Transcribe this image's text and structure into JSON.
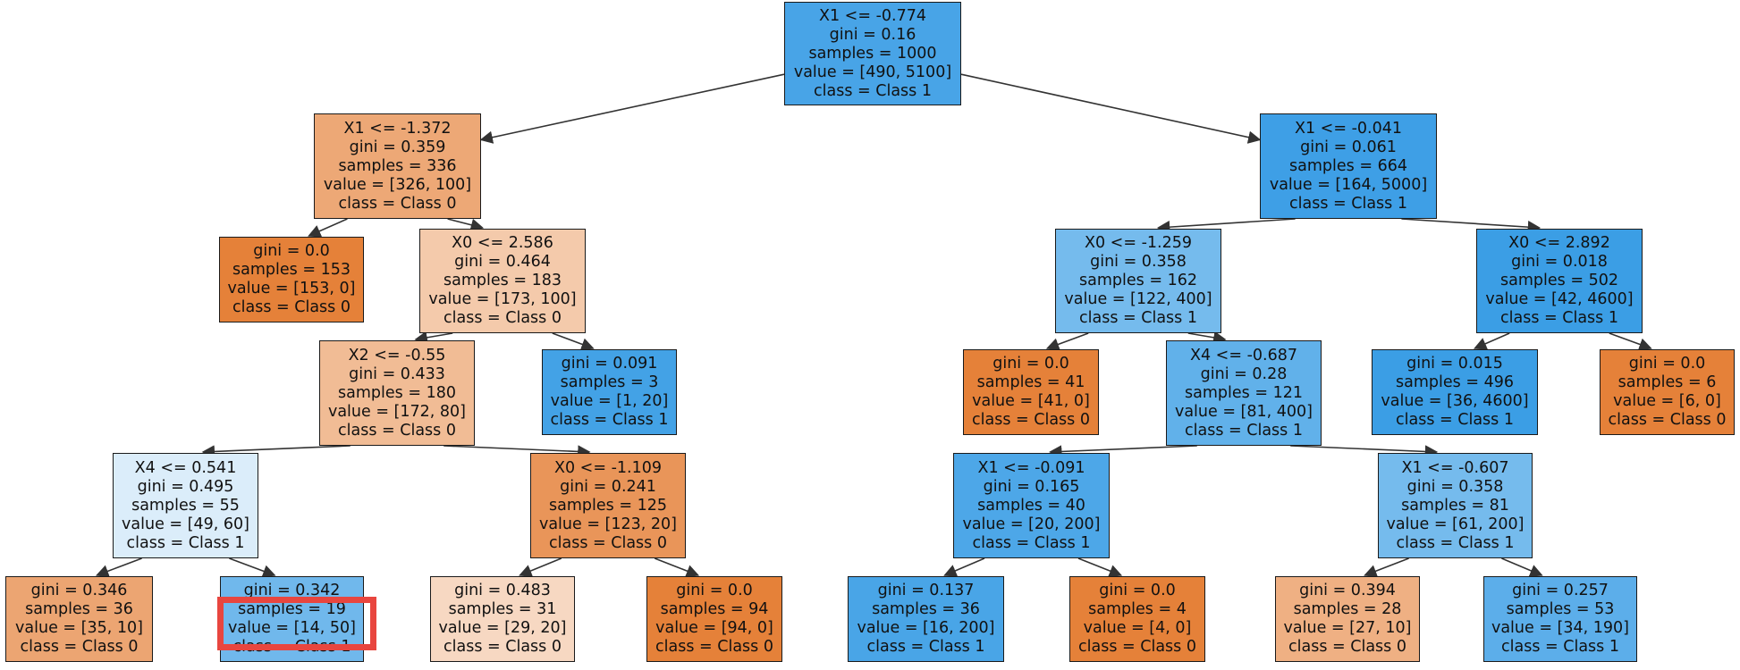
{
  "colors": {
    "class0": "#e58139",
    "class1": "#399de5",
    "edge": "#333333",
    "highlight": "#e8463f"
  },
  "nodes": [
    {
      "id": "root",
      "lines": [
        "X1 <= -0.774",
        "gini = 0.16",
        "samples = 1000",
        "value = [490, 5100]",
        "class = Class 1"
      ],
      "fill": "#48a4e7"
    },
    {
      "id": "n-l",
      "lines": [
        "X1 <= -1.372",
        "gini = 0.359",
        "samples = 336",
        "value = [326, 100]",
        "class = Class 0"
      ],
      "fill": "#eda876"
    },
    {
      "id": "n-r",
      "lines": [
        "X1 <= -0.041",
        "gini = 0.061",
        "samples = 664",
        "value = [164, 5000]",
        "class = Class 1"
      ],
      "fill": "#3e9fe6"
    },
    {
      "id": "n-ll",
      "lines": [
        "gini = 0.0",
        "samples = 153",
        "value = [153, 0]",
        "class = Class 0"
      ],
      "fill": "#e58139"
    },
    {
      "id": "n-lr",
      "lines": [
        "X0 <= 2.586",
        "gini = 0.464",
        "samples = 183",
        "value = [173, 100]",
        "class = Class 0"
      ],
      "fill": "#f4caab"
    },
    {
      "id": "n-rl",
      "lines": [
        "X0 <= -1.259",
        "gini = 0.358",
        "samples = 162",
        "value = [122, 400]",
        "class = Class 1"
      ],
      "fill": "#75bbed"
    },
    {
      "id": "n-rr",
      "lines": [
        "X0 <= 2.892",
        "gini = 0.018",
        "samples = 502",
        "value = [42, 4600]",
        "class = Class 1"
      ],
      "fill": "#3b9ee5"
    },
    {
      "id": "n-lrl",
      "lines": [
        "X2 <= -0.55",
        "gini = 0.433",
        "samples = 180",
        "value = [172, 80]",
        "class = Class 0"
      ],
      "fill": "#f1bc95"
    },
    {
      "id": "n-lrr",
      "lines": [
        "gini = 0.091",
        "samples = 3",
        "value = [1, 20]",
        "class = Class 1"
      ],
      "fill": "#43a2e6"
    },
    {
      "id": "n-rll",
      "lines": [
        "gini = 0.0",
        "samples = 41",
        "value = [41, 0]",
        "class = Class 0"
      ],
      "fill": "#e58139"
    },
    {
      "id": "n-rlr",
      "lines": [
        "X4 <= -0.687",
        "gini = 0.28",
        "samples = 121",
        "value = [81, 400]",
        "class = Class 1"
      ],
      "fill": "#61b1ea"
    },
    {
      "id": "n-rrl",
      "lines": [
        "gini = 0.015",
        "samples = 496",
        "value = [36, 4600]",
        "class = Class 1"
      ],
      "fill": "#3b9ee5"
    },
    {
      "id": "n-rrr",
      "lines": [
        "gini = 0.0",
        "samples = 6",
        "value = [6, 0]",
        "class = Class 0"
      ],
      "fill": "#e58139"
    },
    {
      "id": "n-lrll",
      "lines": [
        "X4 <= 0.541",
        "gini = 0.495",
        "samples = 55",
        "value = [49, 60]",
        "class = Class 1"
      ],
      "fill": "#dbedfa"
    },
    {
      "id": "n-lrlr",
      "lines": [
        "X0 <= -1.109",
        "gini = 0.241",
        "samples = 125",
        "value = [123, 20]",
        "class = Class 0"
      ],
      "fill": "#e99559"
    },
    {
      "id": "n-rlrl",
      "lines": [
        "X1 <= -0.091",
        "gini = 0.165",
        "samples = 40",
        "value = [20, 200]",
        "class = Class 1"
      ],
      "fill": "#4da7e8"
    },
    {
      "id": "n-rlrr",
      "lines": [
        "X1 <= -0.607",
        "gini = 0.358",
        "samples = 81",
        "value = [61, 200]",
        "class = Class 1"
      ],
      "fill": "#75bbed"
    },
    {
      "id": "n-lrlll",
      "lines": [
        "gini = 0.346",
        "samples = 36",
        "value = [35, 10]",
        "class = Class 0"
      ],
      "fill": "#eca572"
    },
    {
      "id": "n-lrllr",
      "lines": [
        "gini = 0.342",
        "samples = 19",
        "value = [14, 50]",
        "class = Class 1"
      ],
      "fill": "#70b8ec"
    },
    {
      "id": "n-lrlrl",
      "lines": [
        "gini = 0.483",
        "samples = 31",
        "value = [29, 20]",
        "class = Class 0"
      ],
      "fill": "#f7d8c2"
    },
    {
      "id": "n-lrlrr",
      "lines": [
        "gini = 0.0",
        "samples = 94",
        "value = [94, 0]",
        "class = Class 0"
      ],
      "fill": "#e58139"
    },
    {
      "id": "n-rlrll",
      "lines": [
        "gini = 0.137",
        "samples = 36",
        "value = [16, 200]",
        "class = Class 1"
      ],
      "fill": "#49a5e7"
    },
    {
      "id": "n-rlrlr",
      "lines": [
        "gini = 0.0",
        "samples = 4",
        "value = [4, 0]",
        "class = Class 0"
      ],
      "fill": "#e58139"
    },
    {
      "id": "n-rlrrl",
      "lines": [
        "gini = 0.394",
        "samples = 28",
        "value = [27, 10]",
        "class = Class 0"
      ],
      "fill": "#efb083"
    },
    {
      "id": "n-rlrrr",
      "lines": [
        "gini = 0.257",
        "samples = 53",
        "value = [34, 190]",
        "class = Class 1"
      ],
      "fill": "#5caeea"
    }
  ],
  "edges": [
    [
      "root",
      "n-l"
    ],
    [
      "root",
      "n-r"
    ],
    [
      "n-l",
      "n-ll"
    ],
    [
      "n-l",
      "n-lr"
    ],
    [
      "n-r",
      "n-rl"
    ],
    [
      "n-r",
      "n-rr"
    ],
    [
      "n-lr",
      "n-lrl"
    ],
    [
      "n-lr",
      "n-lrr"
    ],
    [
      "n-rl",
      "n-rll"
    ],
    [
      "n-rl",
      "n-rlr"
    ],
    [
      "n-rr",
      "n-rrl"
    ],
    [
      "n-rr",
      "n-rrr"
    ],
    [
      "n-lrl",
      "n-lrll"
    ],
    [
      "n-lrl",
      "n-lrlr"
    ],
    [
      "n-rlr",
      "n-rlrl"
    ],
    [
      "n-rlr",
      "n-rlrr"
    ],
    [
      "n-lrll",
      "n-lrlll"
    ],
    [
      "n-lrll",
      "n-lrllr"
    ],
    [
      "n-lrlr",
      "n-lrlrl"
    ],
    [
      "n-lrlr",
      "n-lrlrr"
    ],
    [
      "n-rlrl",
      "n-rlrll"
    ],
    [
      "n-rlrl",
      "n-rlrlr"
    ],
    [
      "n-rlrr",
      "n-rlrrl"
    ],
    [
      "n-rlrr",
      "n-rlrrr"
    ]
  ]
}
